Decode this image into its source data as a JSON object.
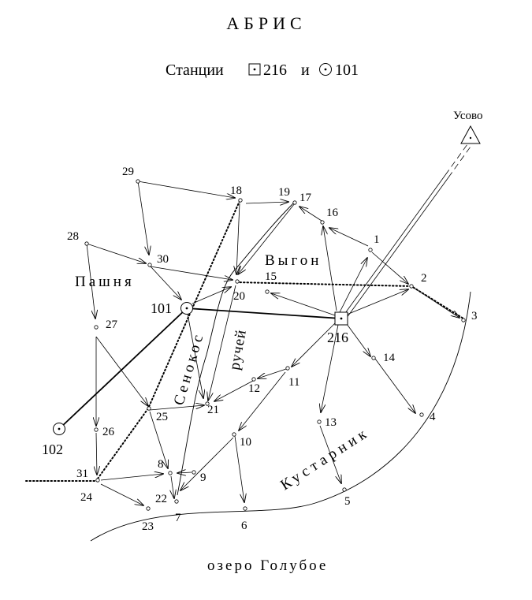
{
  "title": "АБРИС",
  "subtitle": {
    "prefix": "Станции",
    "station_a": "216",
    "conj": "и",
    "station_b": "101"
  },
  "stations": {
    "s216": "216",
    "s101": "101",
    "s102": "102"
  },
  "landmark": "Усово",
  "areas": {
    "pashnya": "Пашня",
    "vygon": "Выгон",
    "senokos": "Сенокос",
    "ruchey": "ручей",
    "kustarnik": "Кустарник",
    "lake": "озеро Голубое"
  },
  "points": {
    "p1": "1",
    "p2": "2",
    "p3": "3",
    "p4": "4",
    "p5": "5",
    "p6": "6",
    "p7": "7",
    "p8": "8",
    "p9": "9",
    "p10": "10",
    "p11": "11",
    "p12": "12",
    "p13": "13",
    "p14": "14",
    "p15": "15",
    "p16": "16",
    "p17": "17",
    "p18": "18",
    "p19": "19",
    "p20": "20",
    "p21": "21",
    "p22": "22",
    "p23": "23",
    "p24": "24",
    "p25": "25",
    "p26": "26",
    "p27": "27",
    "p28": "28",
    "p29": "29",
    "p30": "30",
    "p31": "31"
  }
}
